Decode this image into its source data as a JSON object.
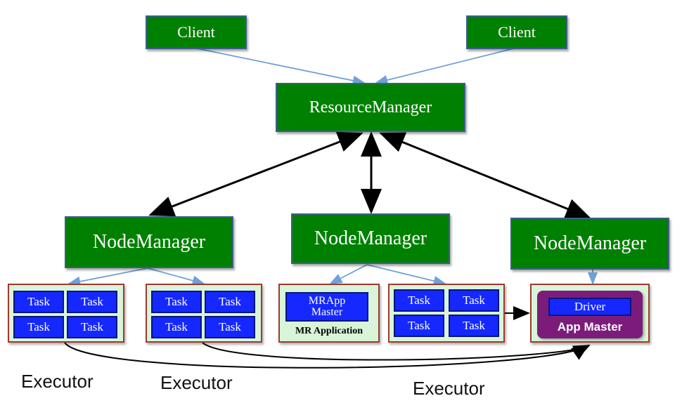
{
  "clients": [
    "Client",
    "Client"
  ],
  "resource_manager": "ResourceManager",
  "node_managers": [
    "NodeManager",
    "NodeManager",
    "NodeManager"
  ],
  "task_label": "Task",
  "mr_app_master": {
    "line1": "MRApp",
    "line2": "Master",
    "caption": "MR Application"
  },
  "app_master": {
    "driver": "Driver",
    "title": "App Master"
  },
  "executor_labels": [
    "Executor",
    "Executor",
    "Executor"
  ],
  "colors": {
    "green_box": "#008000",
    "task_blue": "#1428ff",
    "container_bg": "#d9f5d9",
    "app_master_purple": "#7b1c7b",
    "arrow_blue": "#6fa0d8"
  }
}
